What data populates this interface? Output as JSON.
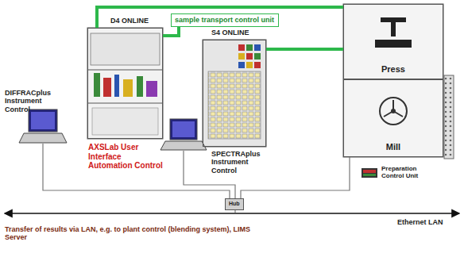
{
  "diagram": {
    "nodes": [
      {
        "text": [
          "D4 ONLINE"
        ]
      },
      {
        "text": [
          "sample transport control unit"
        ]
      },
      {
        "text": [
          "S4 ONLINE"
        ]
      },
      {
        "text": [
          "Press"
        ]
      },
      {
        "text": [
          "Mill"
        ]
      },
      {
        "text": [
          "Hub"
        ]
      }
    ],
    "edges": [
      {
        "from": 0,
        "to": 3,
        "arrow": "none"
      },
      {
        "from": 2,
        "to": 3,
        "arrow": "none"
      },
      {
        "from": 1,
        "to": 0,
        "arrow": "none"
      }
    ],
    "labels": [
      "DIFFRACplus Instrument Control",
      "AXSLab User Interface Automation Control",
      "SPECTRAplus Instrument Control",
      "Preparation Control Unit",
      "Transfer of results via LAN, e.g. to plant control (blending system), LIMS Server",
      "Ethernet LAN"
    ]
  }
}
